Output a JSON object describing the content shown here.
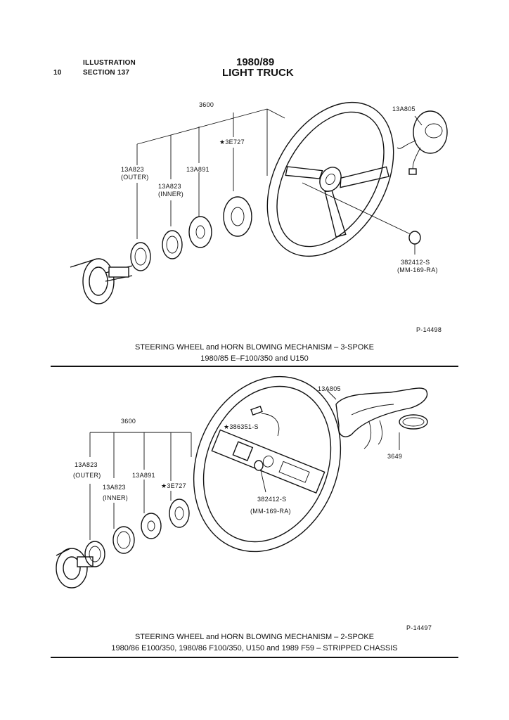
{
  "header": {
    "page_number": "10",
    "line1": "ILLUSTRATION",
    "line2": "SECTION 137",
    "title_year": "1980/89",
    "title": "LIGHT TRUCK"
  },
  "figure1": {
    "labels": {
      "l3600": "3600",
      "l3e727": "★3E727",
      "l13a823_outer_a": "13A823",
      "l13a823_outer_b": "(OUTER)",
      "l13a891": "13A891",
      "l13a823_inner_a": "13A823",
      "l13a823_inner_b": "(INNER)",
      "l13a805": "13A805",
      "l382412_a": "382412-S",
      "l382412_b": "(MM-169-RA)"
    },
    "plate": "P-14498",
    "caption_line1": "STEERING WHEEL and HORN BLOWING MECHANISM – 3-SPOKE",
    "caption_line2": "1980/85 E–F100/350 and U150"
  },
  "figure2": {
    "labels": {
      "l13a805": "13A805",
      "l3600": "3600",
      "l386351": "★386351-S",
      "l13a823_outer_a": "13A823",
      "l13a823_outer_b": "(OUTER)",
      "l13a891": "13A891",
      "l13a823_inner_a": "13A823",
      "l13a823_inner_b": "(INNER)",
      "l3e727": "★3E727",
      "l3649": "3649",
      "l382412_a": "382412-S",
      "l382412_b": "(MM-169-RA)"
    },
    "plate": "P-14497",
    "caption_line1": "STEERING WHEEL and HORN BLOWING MECHANISM – 2-SPOKE",
    "caption_line2": "1980/86 E100/350, 1980/86 F100/350, U150 and 1989 F59 – STRIPPED CHASSIS"
  }
}
